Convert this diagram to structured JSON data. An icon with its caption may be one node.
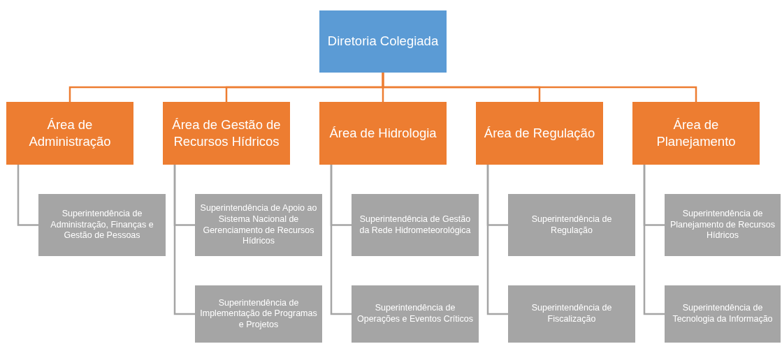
{
  "diagram": {
    "nodes": [
      {
        "text": [
          "Diretoria Colegiada"
        ]
      },
      {
        "text": [
          "Área de Administração"
        ]
      },
      {
        "text": [
          "Superintendência de Administração, Finanças e Gestão de Pessoas"
        ]
      },
      {
        "text": [
          "Área de Gestão de Recursos Hídricos"
        ]
      },
      {
        "text": [
          "Superintendência de Apoio ao Sistema Nacional de Gerenciamento de Recursos Hídricos"
        ]
      },
      {
        "text": [
          "Superintendência de Implementação de Programas e Projetos"
        ]
      },
      {
        "text": [
          "Área de Hidrologia"
        ]
      },
      {
        "text": [
          "Superintendência de Gestão da Rede Hidrometeorológica"
        ]
      },
      {
        "text": [
          "Superintendência de Operações e Eventos Críticos"
        ]
      },
      {
        "text": [
          "Área de Regulação"
        ]
      },
      {
        "text": [
          "Superintendência de Regulação"
        ]
      },
      {
        "text": [
          "Superintendência de Fiscalização"
        ]
      },
      {
        "text": [
          "Área de Planejamento"
        ]
      },
      {
        "text": [
          "Superintendência de Planejamento de Recursos Hídricos"
        ]
      },
      {
        "text": [
          "Superintendência de Tecnologia da Informação"
        ]
      }
    ],
    "edges": [
      {
        "from": 0,
        "to": 1,
        "arrow": "none",
        "color": "#ed7d31"
      },
      {
        "from": 0,
        "to": 3,
        "arrow": "none",
        "color": "#ed7d31"
      },
      {
        "from": 0,
        "to": 6,
        "arrow": "none",
        "color": "#ed7d31"
      },
      {
        "from": 0,
        "to": 9,
        "arrow": "none",
        "color": "#ed7d31"
      },
      {
        "from": 0,
        "to": 12,
        "arrow": "none",
        "color": "#ed7d31"
      },
      {
        "from": 1,
        "to": 2,
        "arrow": "none"
      },
      {
        "from": 3,
        "to": 4,
        "arrow": "none"
      },
      {
        "from": 3,
        "to": 5,
        "arrow": "none"
      },
      {
        "from": 6,
        "to": 7,
        "arrow": "none"
      },
      {
        "from": 6,
        "to": 8,
        "arrow": "none"
      },
      {
        "from": 9,
        "to": 10,
        "arrow": "none"
      },
      {
        "from": 9,
        "to": 11,
        "arrow": "none"
      },
      {
        "from": 12,
        "to": 13,
        "arrow": "none"
      },
      {
        "from": 12,
        "to": 14,
        "arrow": "none"
      }
    ]
  }
}
